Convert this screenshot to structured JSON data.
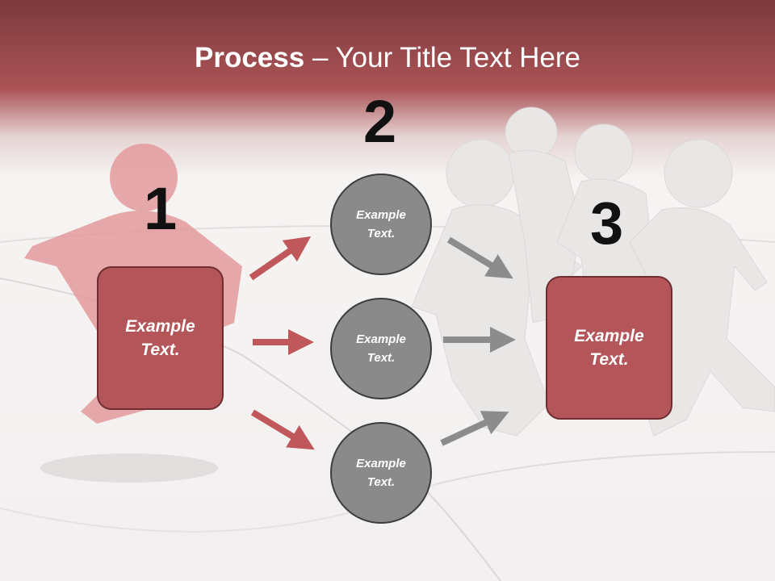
{
  "title": {
    "bold": "Process",
    "rest": " – Your Title Text Here"
  },
  "steps": {
    "one": "1",
    "two": "2",
    "three": "3"
  },
  "boxes": {
    "left": "Example\nText.",
    "right": "Example\nText."
  },
  "circles": [
    "Example\nText.",
    "Example\nText.",
    "Example\nText."
  ],
  "colors": {
    "accent": "#b35559",
    "header": "#7c3a3d",
    "circle": "#8a8a8a",
    "arrow_red": "#c0575b",
    "arrow_gray": "#8c8c8c"
  }
}
